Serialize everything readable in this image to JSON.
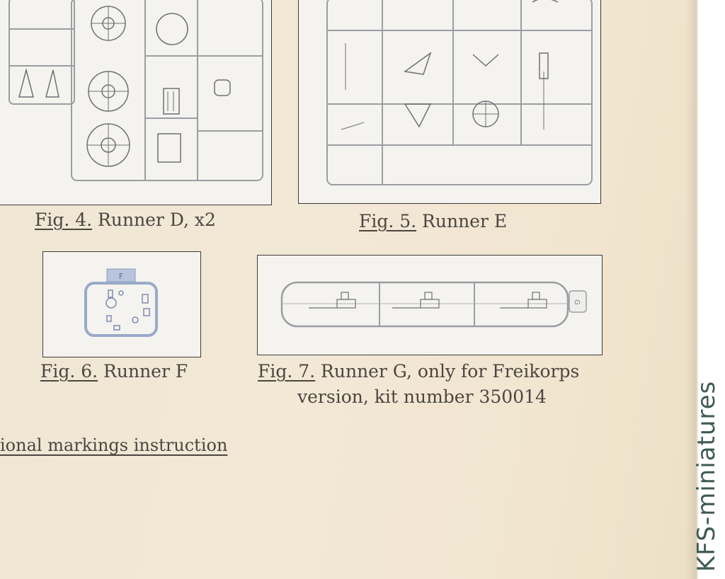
{
  "figures": {
    "fig4": {
      "label": "Fig. 4.",
      "text": " Runner D, x2"
    },
    "fig5": {
      "label": "Fig. 5.",
      "text": " Runner E"
    },
    "fig6": {
      "label": "Fig. 6.",
      "text": " Runner F",
      "tag": "F"
    },
    "fig7": {
      "label": "Fig. 7.",
      "text": " Runner G, only for Freikorps",
      "line2": "version, kit number 350014",
      "tag": "G"
    }
  },
  "heading": "ional markings instruction",
  "watermark": "KFS-miniatures",
  "colors": {
    "paper": "#f1e7d4",
    "ink": "#4a4640",
    "sprue": "#9a9da3",
    "runner_f": "#9aa9c8",
    "watermark": "#3f5a52"
  }
}
